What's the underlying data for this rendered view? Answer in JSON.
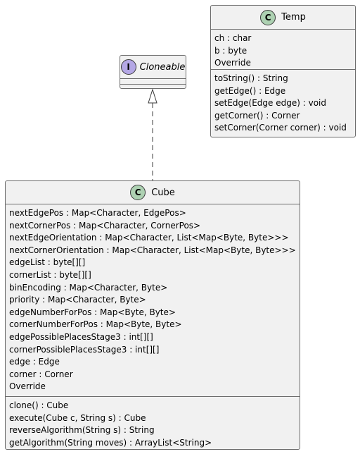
{
  "diagram": {
    "temp": {
      "stereotype": "C",
      "name": "Temp",
      "fields": [
        "ch : char",
        "b : byte",
        "Override"
      ],
      "methods": [
        "toString() : String",
        "getEdge() : Edge",
        "setEdge(Edge edge) : void",
        "getCorner() : Corner",
        "setCorner(Corner corner) : void"
      ]
    },
    "cloneable": {
      "stereotype": "I",
      "name": "Cloneable",
      "fields": [],
      "methods": []
    },
    "cube": {
      "stereotype": "C",
      "name": "Cube",
      "fields": [
        "nextEdgePos : Map<Character, EdgePos>",
        "nextCornerPos : Map<Character, CornerPos>",
        "nextEdgeOrientation : Map<Character, List<Map<Byte, Byte>>>",
        "nextCornerOrientation : Map<Character, List<Map<Byte, Byte>>>",
        "edgeList : byte[][]",
        "cornerList : byte[][]",
        "binEncoding : Map<Character, Byte>",
        "priority : Map<Character, Byte>",
        "edgeNumberForPos : Map<Byte, Byte>",
        "cornerNumberForPos : Map<Byte, Byte>",
        "edgePossiblePlacesStage3 : int[][]",
        "cornerPossiblePlacesStage3 : int[][]",
        "edge : Edge",
        "corner : Corner",
        "Override"
      ],
      "methods": [
        "clone() : Cube",
        "execute(Cube c, String s) : Cube",
        "reverseAlgorithm(String s) : String",
        "getAlgorithm(String moves) : ArrayList<String>"
      ]
    },
    "relations": [
      {
        "from": "Cube",
        "to": "Cloneable",
        "kind": "realization"
      }
    ],
    "colors": {
      "class_fill": "#f1f1f1",
      "border": "#6c6c6c",
      "class_badge": "#add1b2",
      "interface_badge": "#b4a7e5",
      "line": "#3b3b3b"
    }
  }
}
